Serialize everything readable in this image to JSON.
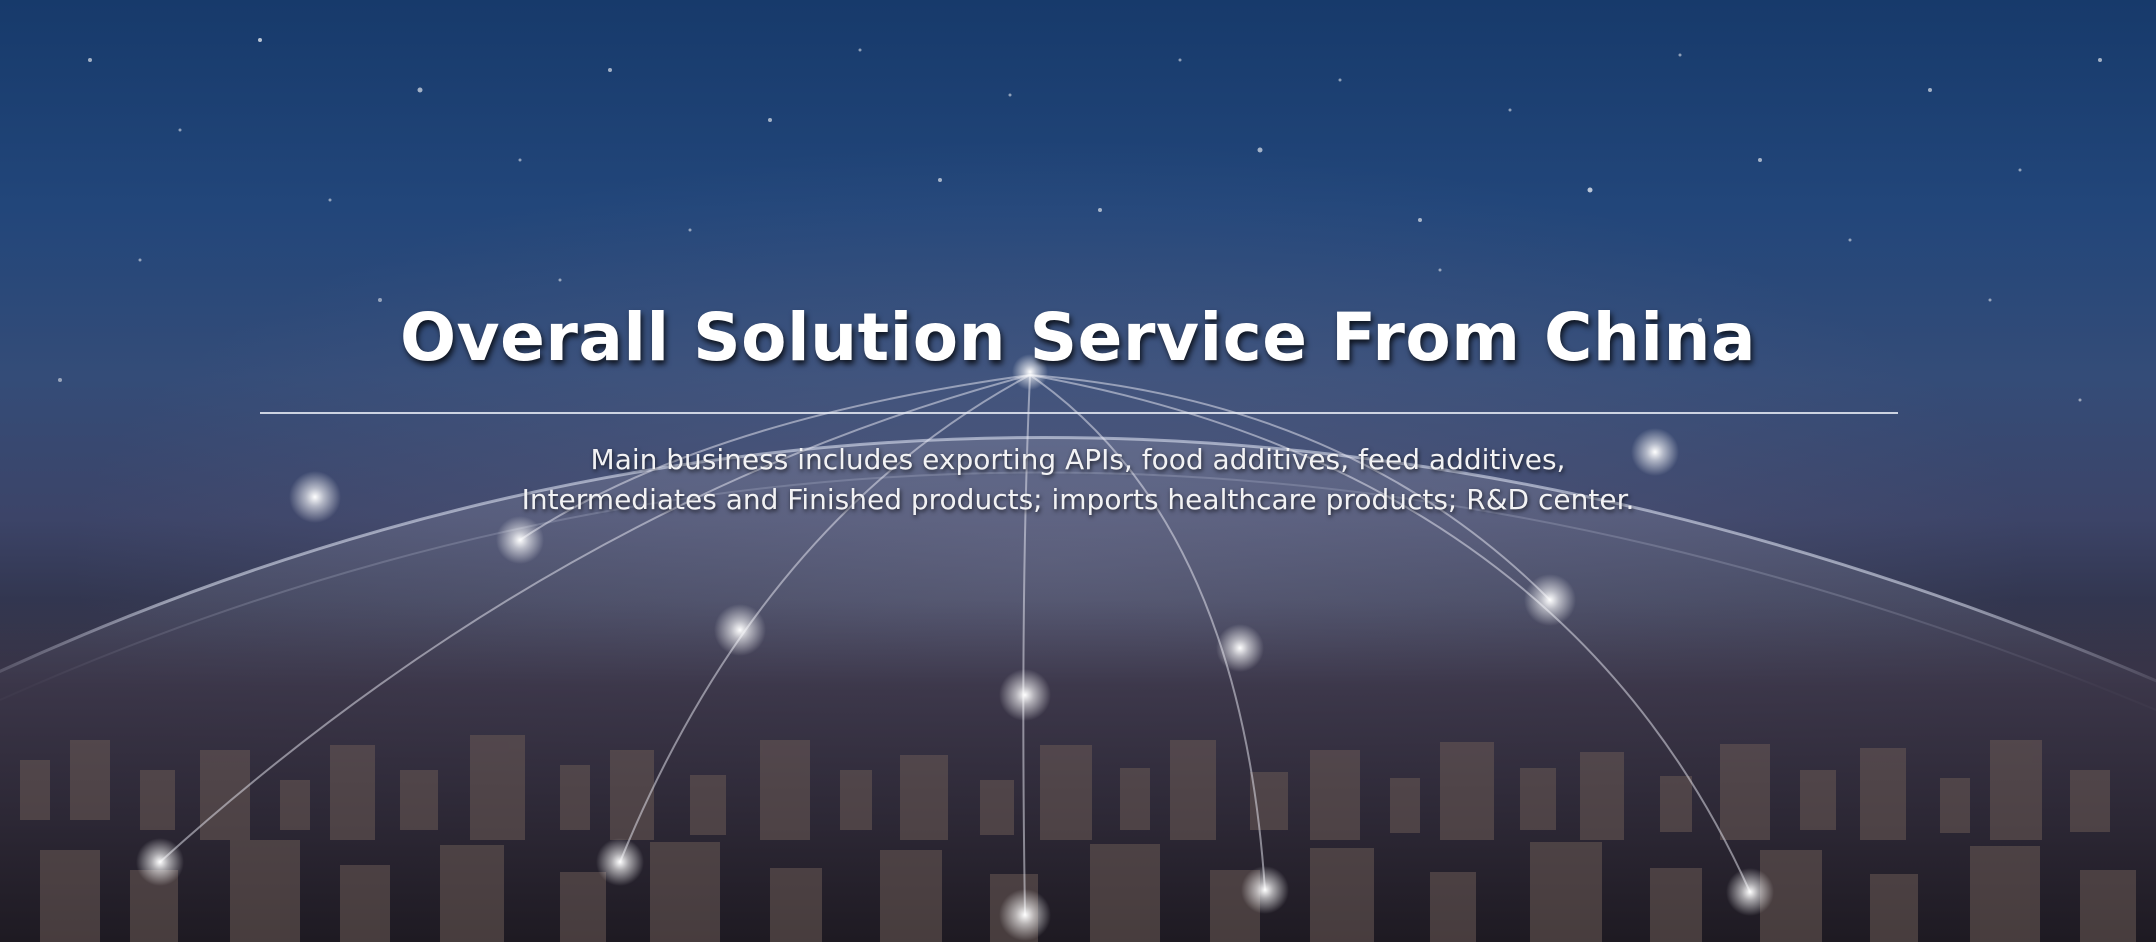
{
  "hero": {
    "title": "Overall Solution Service From China",
    "tagline_line1": "Main business includes exporting APIs, food additives, feed additives,",
    "tagline_line2": "Intermediates and Finished products; imports healthcare products; R&D center."
  },
  "colors": {
    "sky_top": "#173a6b",
    "sky_mid": "#344c78",
    "city_dark": "#1f1d27",
    "text": "#ffffff"
  }
}
